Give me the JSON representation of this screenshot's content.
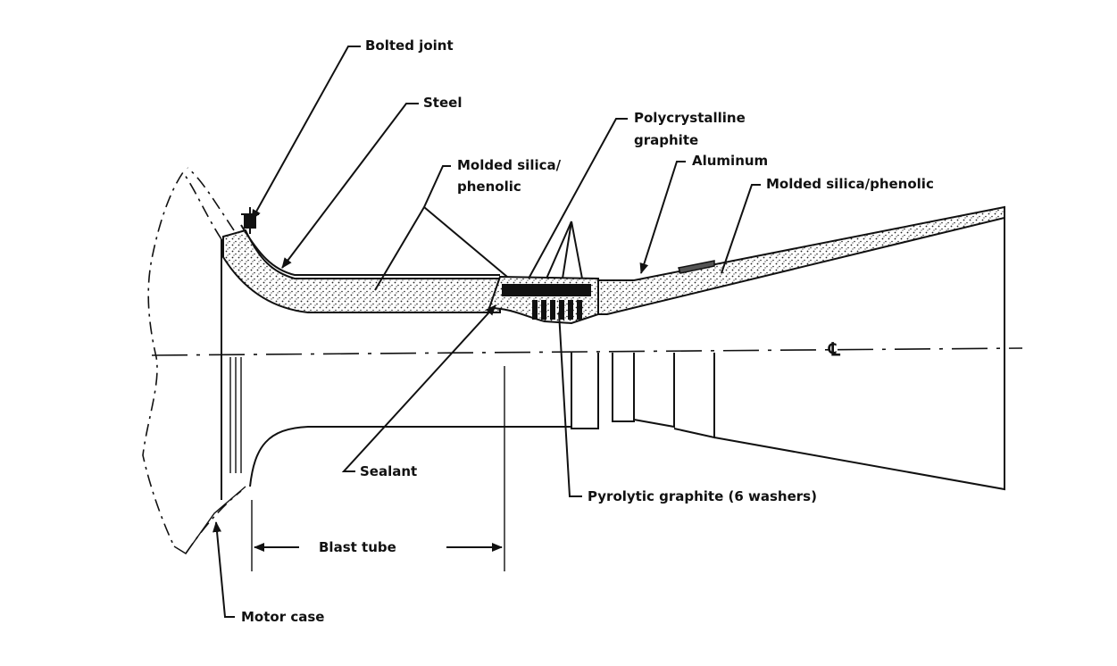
{
  "labels": {
    "bolted_joint": "Bolted joint",
    "steel": "Steel",
    "polycrystalline_1": "Polycrystalline",
    "polycrystalline_2": "graphite",
    "aluminum": "Aluminum",
    "molded_silica_1": "Molded silica/",
    "molded_silica_2": "phenolic",
    "molded_silica_right": "Molded silica/phenolic",
    "sealant": "Sealant",
    "pyrolytic": "Pyrolytic graphite (6 washers)",
    "blast_tube": "Blast tube",
    "motor_case": "Motor case",
    "centerline": "℄"
  },
  "colors": {
    "ink": "#111111",
    "paper": "#ffffff"
  }
}
